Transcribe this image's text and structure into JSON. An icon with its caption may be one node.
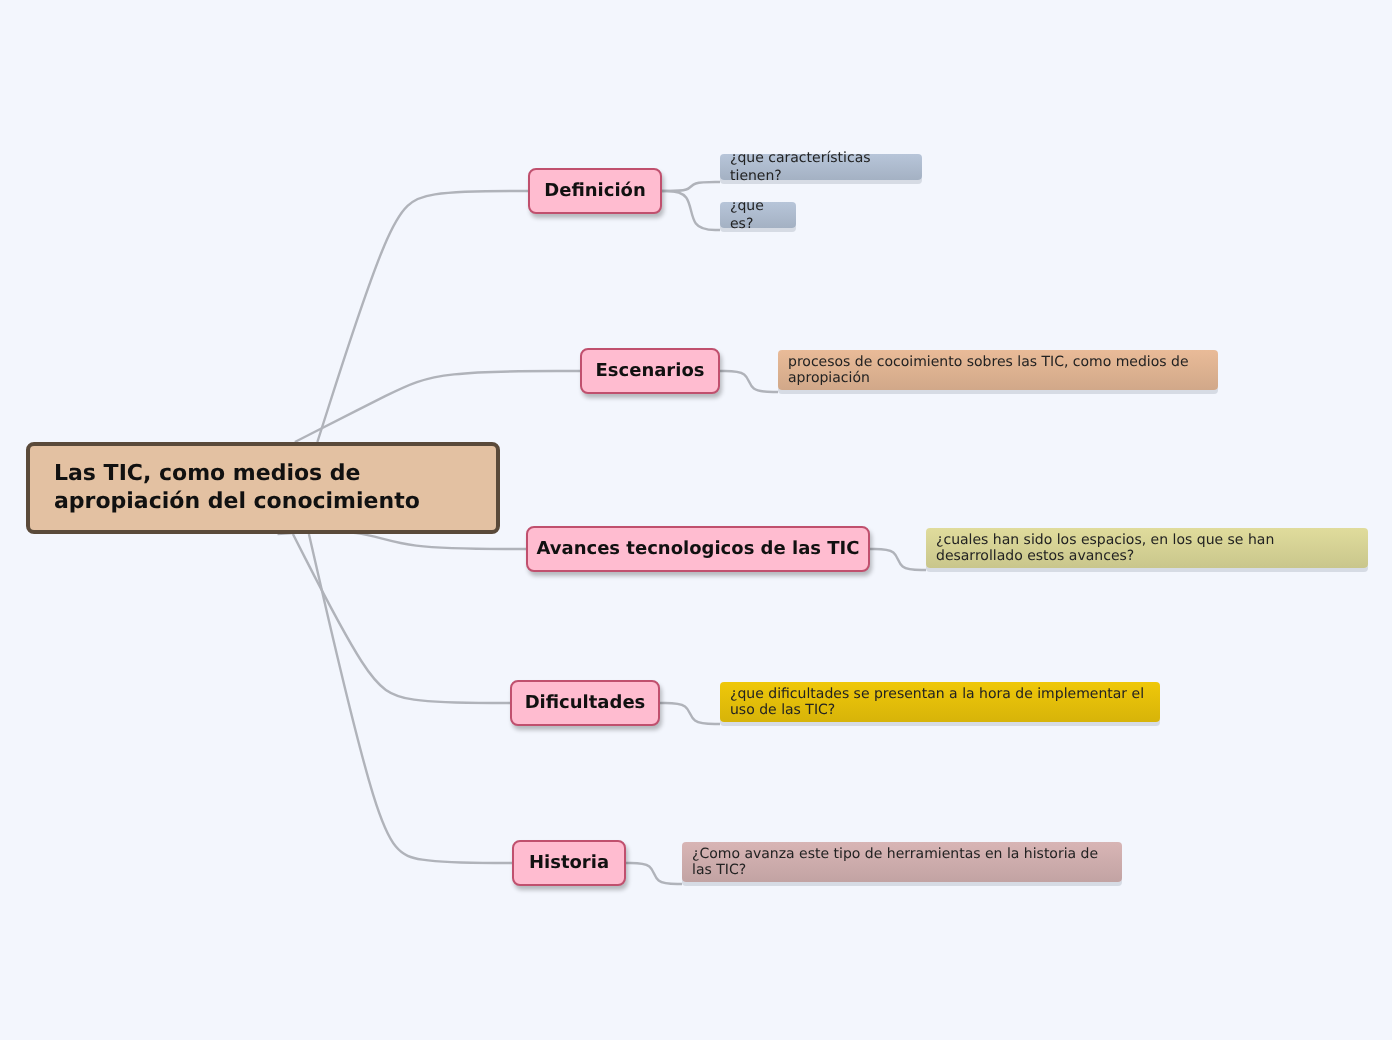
{
  "diagram": {
    "nodes": [
      {
        "text": [
          "Las TIC, como medios de apropiación del conocimiento"
        ]
      },
      {
        "text": [
          "Definición"
        ]
      },
      {
        "text": [
          "¿que características tienen?"
        ]
      },
      {
        "text": [
          "¿que es?"
        ]
      },
      {
        "text": [
          "Escenarios"
        ]
      },
      {
        "text": [
          "procesos de cocoimiento sobres las TIC, como medios de apropiación"
        ]
      },
      {
        "text": [
          "Avances tecnologicos de las TIC"
        ]
      },
      {
        "text": [
          "¿cuales han sido los espacios, en los que se han desarrollado estos avances?"
        ]
      },
      {
        "text": [
          "Dificultades"
        ]
      },
      {
        "text": [
          "¿que dificultades se presentan a la hora de implementar el uso de las TIC?"
        ]
      },
      {
        "text": [
          "Historia"
        ]
      },
      {
        "text": [
          "¿Como avanza este tipo de herramientas en la historia de las TIC?"
        ]
      }
    ],
    "edges": [
      {
        "from": 0,
        "to": 1,
        "arrow": "none"
      },
      {
        "from": 0,
        "to": 4,
        "arrow": "none"
      },
      {
        "from": 0,
        "to": 6,
        "arrow": "none"
      },
      {
        "from": 0,
        "to": 8,
        "arrow": "none"
      },
      {
        "from": 0,
        "to": 10,
        "arrow": "none"
      },
      {
        "from": 1,
        "to": 2,
        "arrow": "none"
      },
      {
        "from": 1,
        "to": 3,
        "arrow": "none"
      },
      {
        "from": 4,
        "to": 5,
        "arrow": "none"
      },
      {
        "from": 6,
        "to": 7,
        "arrow": "none"
      },
      {
        "from": 8,
        "to": 9,
        "arrow": "none"
      },
      {
        "from": 10,
        "to": 11,
        "arrow": "none"
      }
    ]
  }
}
